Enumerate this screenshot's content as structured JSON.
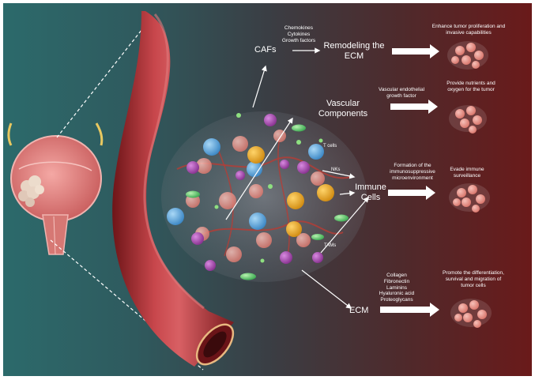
{
  "categories": {
    "cafs": "CAFs",
    "vascular": [
      "Vascular",
      "Components"
    ],
    "immune": [
      "Immune",
      "Cells"
    ],
    "ecm": "ECM"
  },
  "mediators": {
    "cafs": [
      "Chemokines",
      "Cytokines",
      "Growth factors"
    ],
    "vascular": [
      "Vascular endothelial",
      "growth factor"
    ],
    "immune": [
      "Formation of the",
      "immunosuppressive",
      "microenvironment"
    ],
    "ecm": [
      "Collagen",
      "Fibronectin",
      "Laminins",
      "Hyaluronic acid",
      "Proteoglycans"
    ]
  },
  "intermediate": [
    "Remodeling the",
    "ECM"
  ],
  "outcomes": {
    "cafs": [
      "Enhance tumor proliferation and",
      "invasive capabilities"
    ],
    "vascular": [
      "Provide nutrients and",
      "oxygen for the tumor"
    ],
    "immune": [
      "Evade immune",
      "surveillance"
    ],
    "ecm": [
      "Promote the differentiation,",
      "survival and migration of",
      "tumor cells"
    ]
  },
  "cell_labels": {
    "tcells": "T cells",
    "nks": "NKs",
    "tams": "TAMs"
  },
  "colors": {
    "background_left": "#2c6a6b",
    "background_right": "#6a1a1a",
    "vessel": "#a8343a",
    "vessel_highlight": "#d0565a",
    "bladder": "#e88a88",
    "cell_blue": "#5aa8dc",
    "cell_orange": "#e8a020",
    "cell_purple": "#a24ab0",
    "cell_green": "#5cc86a",
    "tumor_cell": "#e89c94"
  }
}
